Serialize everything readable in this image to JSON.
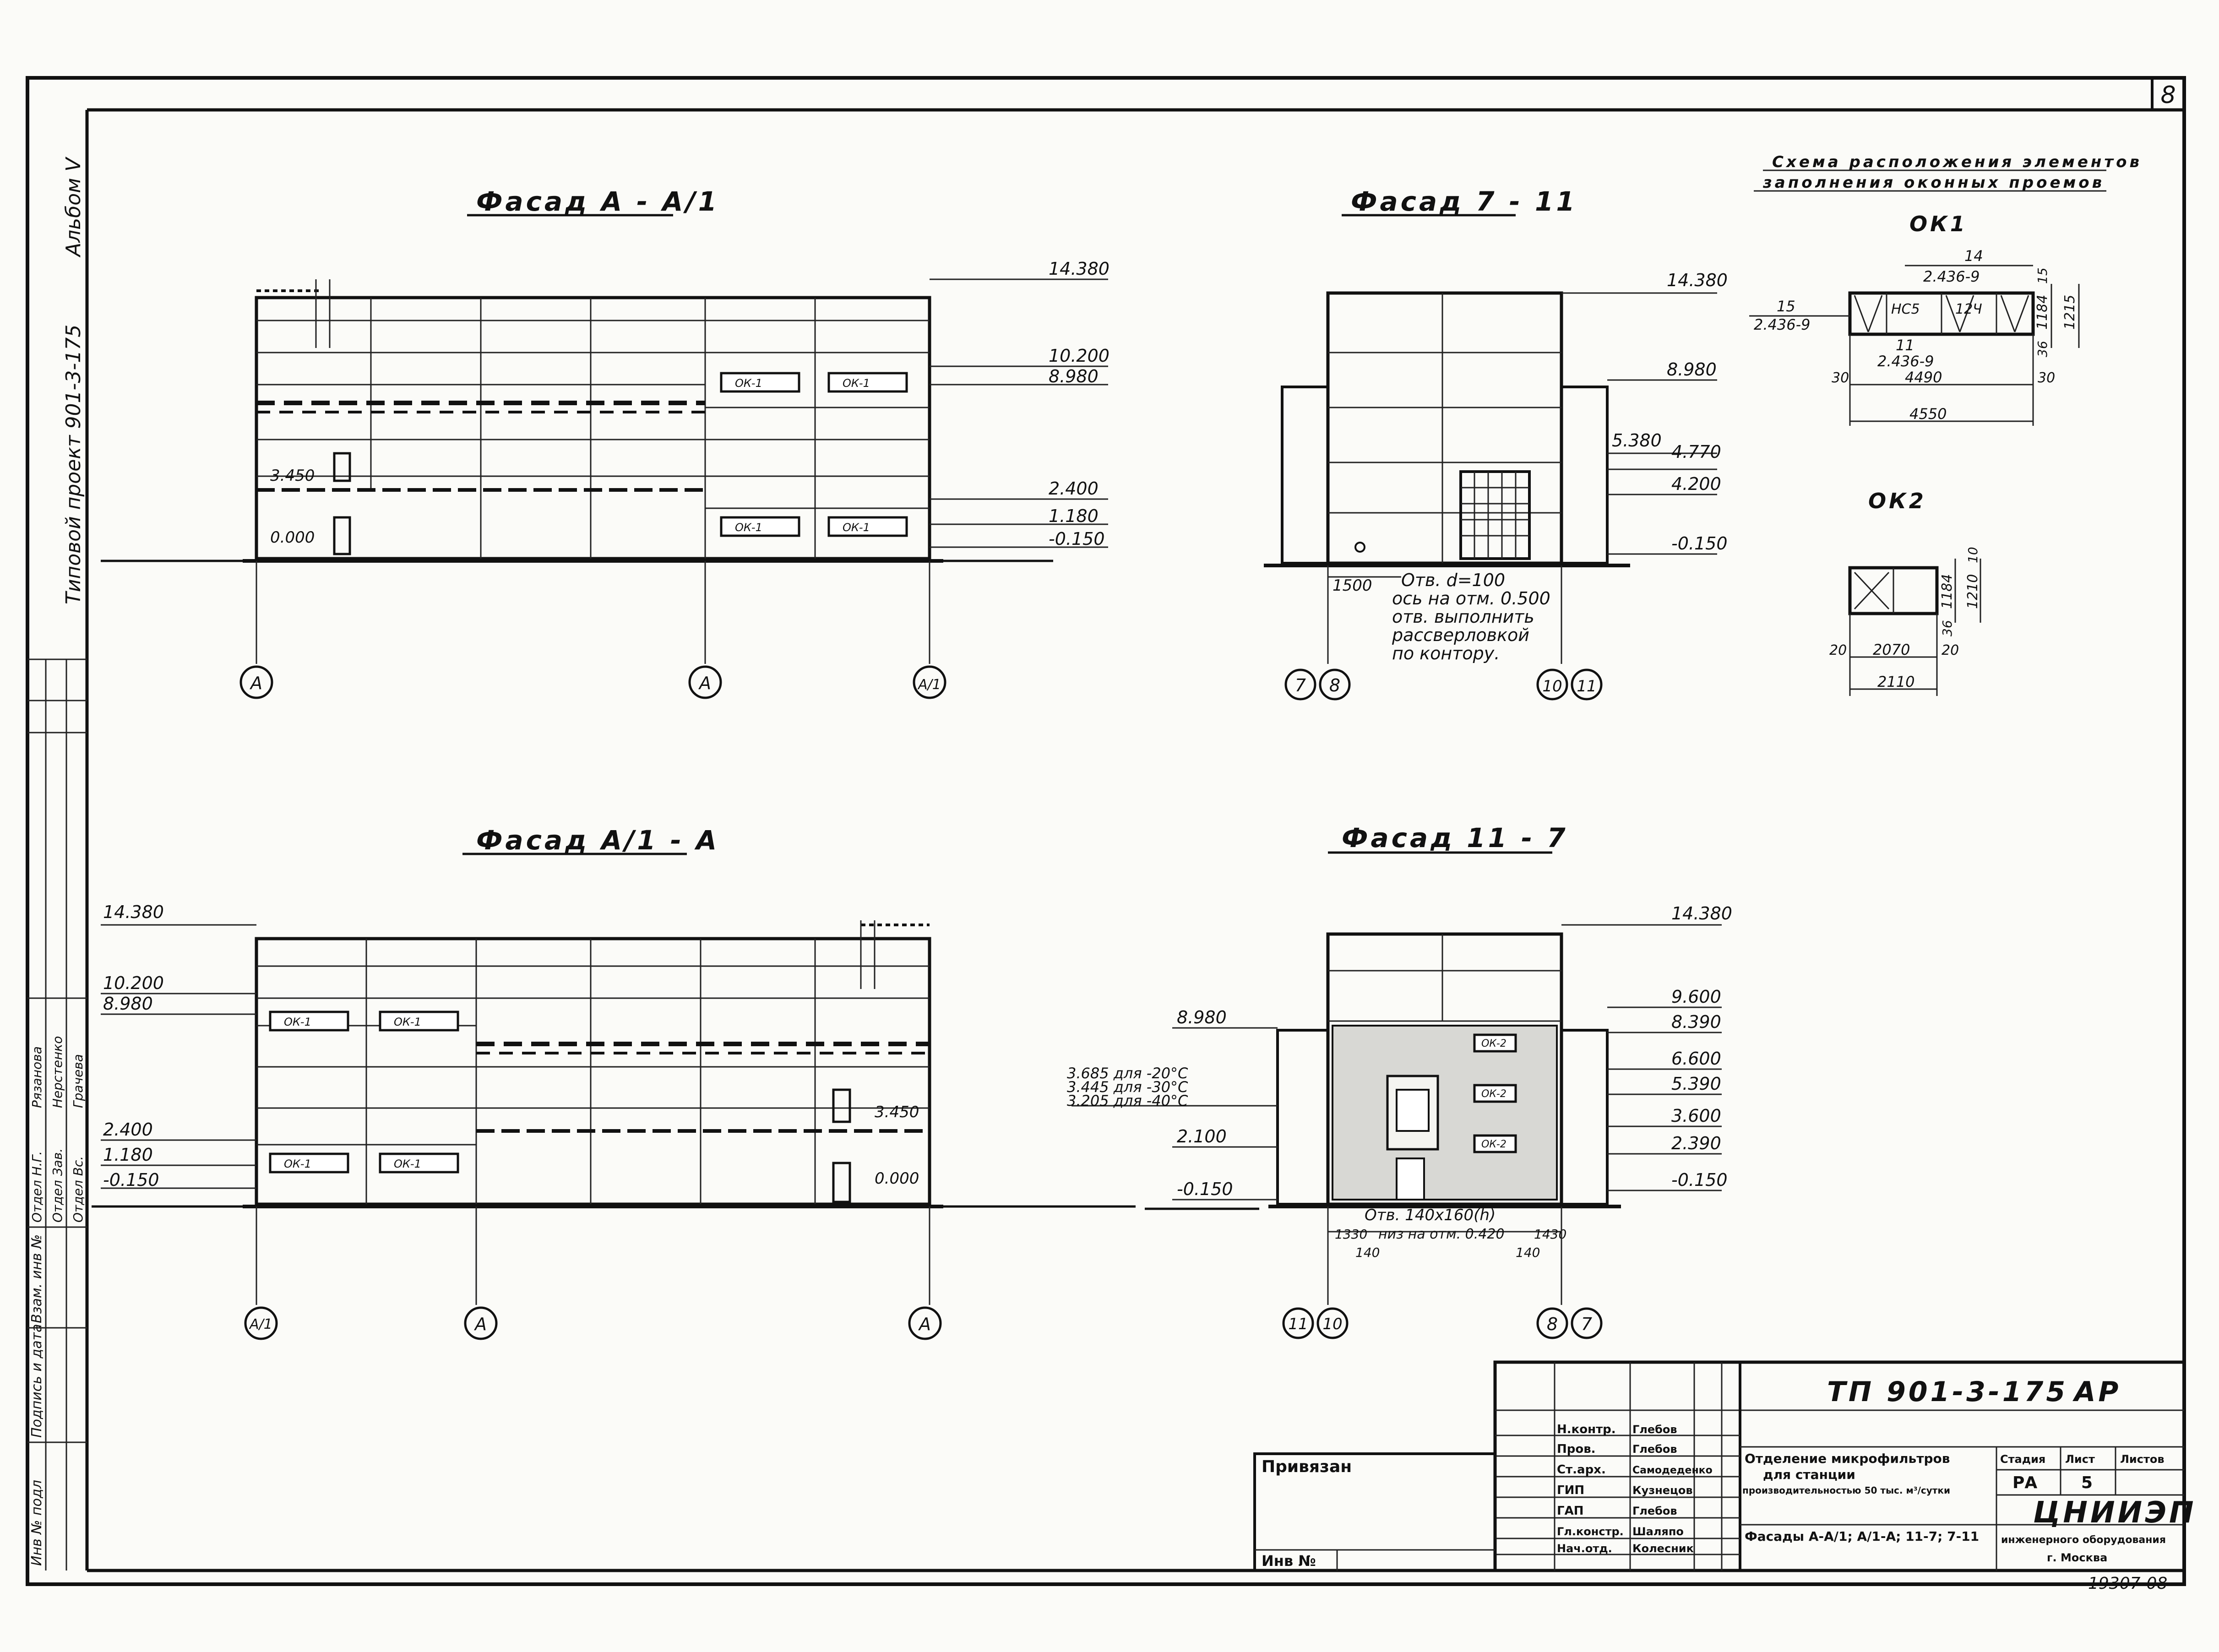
{
  "sheet": {
    "sheet_number": "8",
    "album": "Альбом V",
    "project": "Типовой проект 901-3-175"
  },
  "left_strip": {
    "cells": [
      "Инв № подл",
      "Подпись и дата",
      "Взам. инв №",
      "Отдел Н.Г.",
      "Отдел Зав.",
      "Отдел Вс."
    ],
    "names": [
      "Рязанова",
      "Нерстенко",
      "Грачева"
    ]
  },
  "scheme": {
    "title_line1": "Схема расположения элементов",
    "title_line2": "заполнения оконных проемов",
    "ok1": {
      "label": "ОК1",
      "top_dim": "14",
      "top_mark": "2.436-9",
      "left_num": "15",
      "left_mark": "2.436-9",
      "mid_num": "11",
      "mid_mark": "2.436-9",
      "pane_a": "НС5",
      "pane_b": "12Ч",
      "inner_width": "4490",
      "total_width": "4550",
      "side_left": "30",
      "side_right": "30",
      "height_a": "1184",
      "height_b": "1215",
      "side_a": "36",
      "side_b": "15"
    },
    "ok2": {
      "label": "ОК2",
      "inner_width": "2070",
      "total_width": "2110",
      "side_left": "20",
      "side_right": "20",
      "height_a": "1184",
      "height_b": "1210",
      "side_a": "36",
      "side_b": "10"
    }
  },
  "facade1": {
    "title": "Фасад А - А/1",
    "levels": [
      "14.380",
      "10.200",
      "8.980",
      "2.400",
      "1.180",
      "-0.150"
    ],
    "inner_levels": [
      "3.450",
      "0.000"
    ],
    "windows": [
      "ОК-1",
      "ОК-1",
      "ОК-1",
      "ОК-1"
    ],
    "axes": [
      "А",
      "А",
      "А/1"
    ]
  },
  "facade2": {
    "title": "Фасад 7 - 11",
    "levels": [
      "14.380",
      "8.980",
      "5.380",
      "4.770",
      "4.200",
      "-0.150"
    ],
    "dim": "1500",
    "note_line1": "Отв. d=100",
    "note_line2": "ось на отм. 0.500",
    "note_line3": "отв. выполнить",
    "note_line4": "рассверловкой",
    "note_line5": "по контору.",
    "axes": [
      "7",
      "8",
      "10",
      "11"
    ]
  },
  "facade3": {
    "title": "Фасад А/1 - А",
    "levels": [
      "14.380",
      "10.200",
      "8.980",
      "2.400",
      "1.180",
      "-0.150"
    ],
    "inner_levels": [
      "3.450",
      "0.000"
    ],
    "windows": [
      "ОК-1",
      "ОК-1",
      "ОК-1",
      "ОК-1"
    ],
    "axes": [
      "А/1",
      "А",
      "А"
    ]
  },
  "facade4": {
    "title": "Фасад 11 - 7",
    "levels_right": [
      "14.380",
      "9.600",
      "8.390",
      "6.600",
      "5.390",
      "3.600",
      "2.390",
      "-0.150"
    ],
    "levels_left": [
      "8.980",
      "2.100",
      "-0.150"
    ],
    "temp1": "3.685 для -20°С",
    "temp2": "3.445 для -30°С",
    "temp3": "3.205 для -40°С",
    "windows": [
      "ОК-2",
      "ОК-2",
      "ОК-2"
    ],
    "note": "Отв. 140х160(h)",
    "note2": "низ на отм. 0.420",
    "dims": [
      "1330",
      "140",
      "140",
      "1430"
    ],
    "axes": [
      "11",
      "10",
      "8",
      "7"
    ]
  },
  "titleblock": {
    "doc_code": "ТП 901-3-175",
    "mark": "АР",
    "linked": "Привязан",
    "inv": "Инв №",
    "roles": [
      "Н.контр.",
      "Пров.",
      "Ст.арх.",
      "ГИП",
      "ГАП",
      "Гл.констр.",
      "Нач.отд."
    ],
    "names": [
      "Глебов",
      "Глебов",
      "Самодеденко",
      "Кузнецов",
      "Глебов",
      "Шаляпо",
      "Колесник"
    ],
    "object_line1": "Отделение микрофильтров",
    "object_line2": "для станции",
    "object_line3": "производительностью 50 тыс. м³/сутки",
    "sheet_title": "Фасады А-А/1; А/1-А; 11-7; 7-11",
    "stage_h": "Стадия",
    "sheet_h": "Лист",
    "sheets_h": "Листов",
    "stage": "РА",
    "sheet_no": "5",
    "org": "ЦНИИЭП",
    "org2": "инженерного оборудования",
    "city": "г. Москва",
    "stamp_number": "19307-08"
  }
}
